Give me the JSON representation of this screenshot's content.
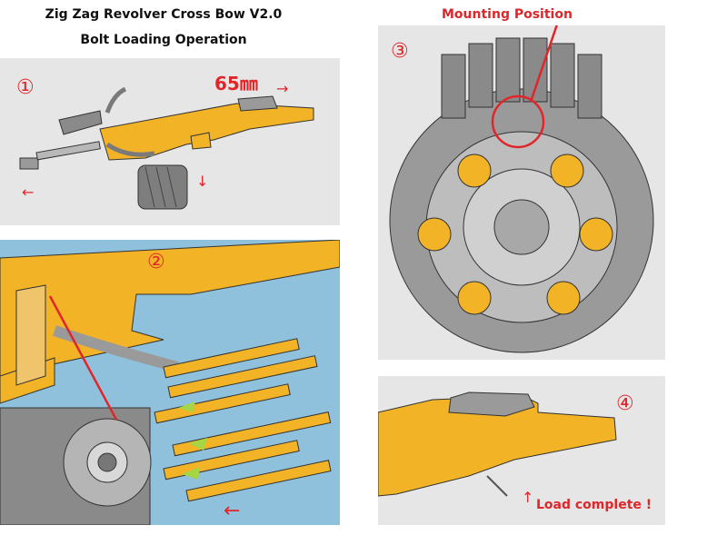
{
  "header": {
    "title": "Zig Zag Revolver Cross Bow V2.0",
    "subtitle": "Bolt Loading Operation"
  },
  "panel1": {
    "number": "①",
    "measure": "65㎜",
    "arrow_right": "→",
    "arrow_left": "←",
    "arrow_down": "↓"
  },
  "panel2": {
    "number": "②",
    "arrow_left": "←"
  },
  "panel3": {
    "number": "③",
    "label": "Mounting Position"
  },
  "panel4": {
    "number": "④",
    "arrow_up": "↑",
    "label": "Load complete !"
  },
  "colors": {
    "accent": "#e0262a",
    "body": "#f2b326",
    "grey_bg": "#e7e7e7",
    "blue_bg": "#8fc1dc",
    "part_grey": "#9a9a9a"
  }
}
